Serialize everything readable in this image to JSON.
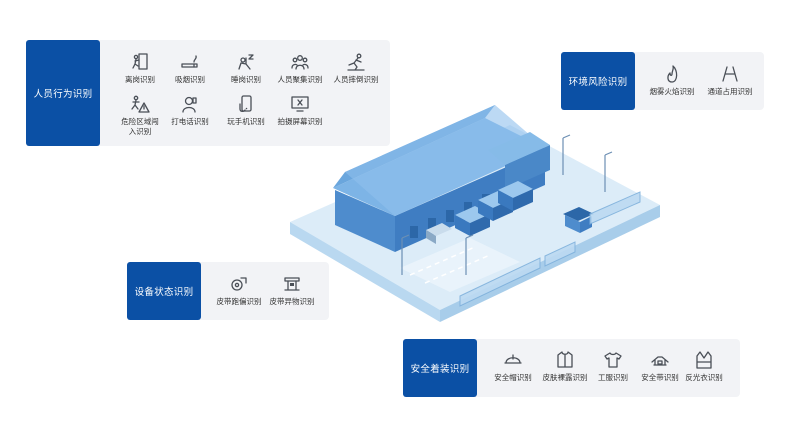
{
  "groups": {
    "behavior": {
      "title": "人员行为识别",
      "items": [
        {
          "label": "离岗识别",
          "icon": "leave-post-icon"
        },
        {
          "label": "吸烟识别",
          "icon": "smoking-icon"
        },
        {
          "label": "睡岗识别",
          "icon": "sleep-post-icon"
        },
        {
          "label": "人员聚集识别",
          "icon": "crowd-icon"
        },
        {
          "label": "人员摔倒识别",
          "icon": "fall-icon"
        },
        {
          "label": "危险区域闯入识别",
          "icon": "danger-zone-icon"
        },
        {
          "label": "打电话识别",
          "icon": "phone-call-icon"
        },
        {
          "label": "玩手机识别",
          "icon": "phone-play-icon"
        },
        {
          "label": "拍摄屏幕识别",
          "icon": "screen-capture-icon"
        }
      ]
    },
    "environment": {
      "title": "环境风险识别",
      "items": [
        {
          "label": "烟雾火焰识别",
          "icon": "smoke-fire-icon"
        },
        {
          "label": "通道占用识别",
          "icon": "channel-occupancy-icon"
        }
      ]
    },
    "equipment": {
      "title": "设备状态识别",
      "items": [
        {
          "label": "皮带跑偏识别",
          "icon": "belt-deviation-icon"
        },
        {
          "label": "皮带异物识别",
          "icon": "belt-foreign-object-icon"
        }
      ]
    },
    "attire": {
      "title": "安全着装识别",
      "items": [
        {
          "label": "安全帽识别",
          "icon": "helmet-icon"
        },
        {
          "label": "皮肤裸露识别",
          "icon": "skin-exposure-icon"
        },
        {
          "label": "工服识别",
          "icon": "uniform-icon"
        },
        {
          "label": "安全带识别",
          "icon": "safety-belt-icon"
        },
        {
          "label": "反光衣识别",
          "icon": "reflective-vest-icon"
        }
      ]
    }
  },
  "colors": {
    "accent": "#0b50a5",
    "panel": "#f2f3f6",
    "building_roof": "#6aa6dd",
    "ground": "#dcecf8"
  }
}
